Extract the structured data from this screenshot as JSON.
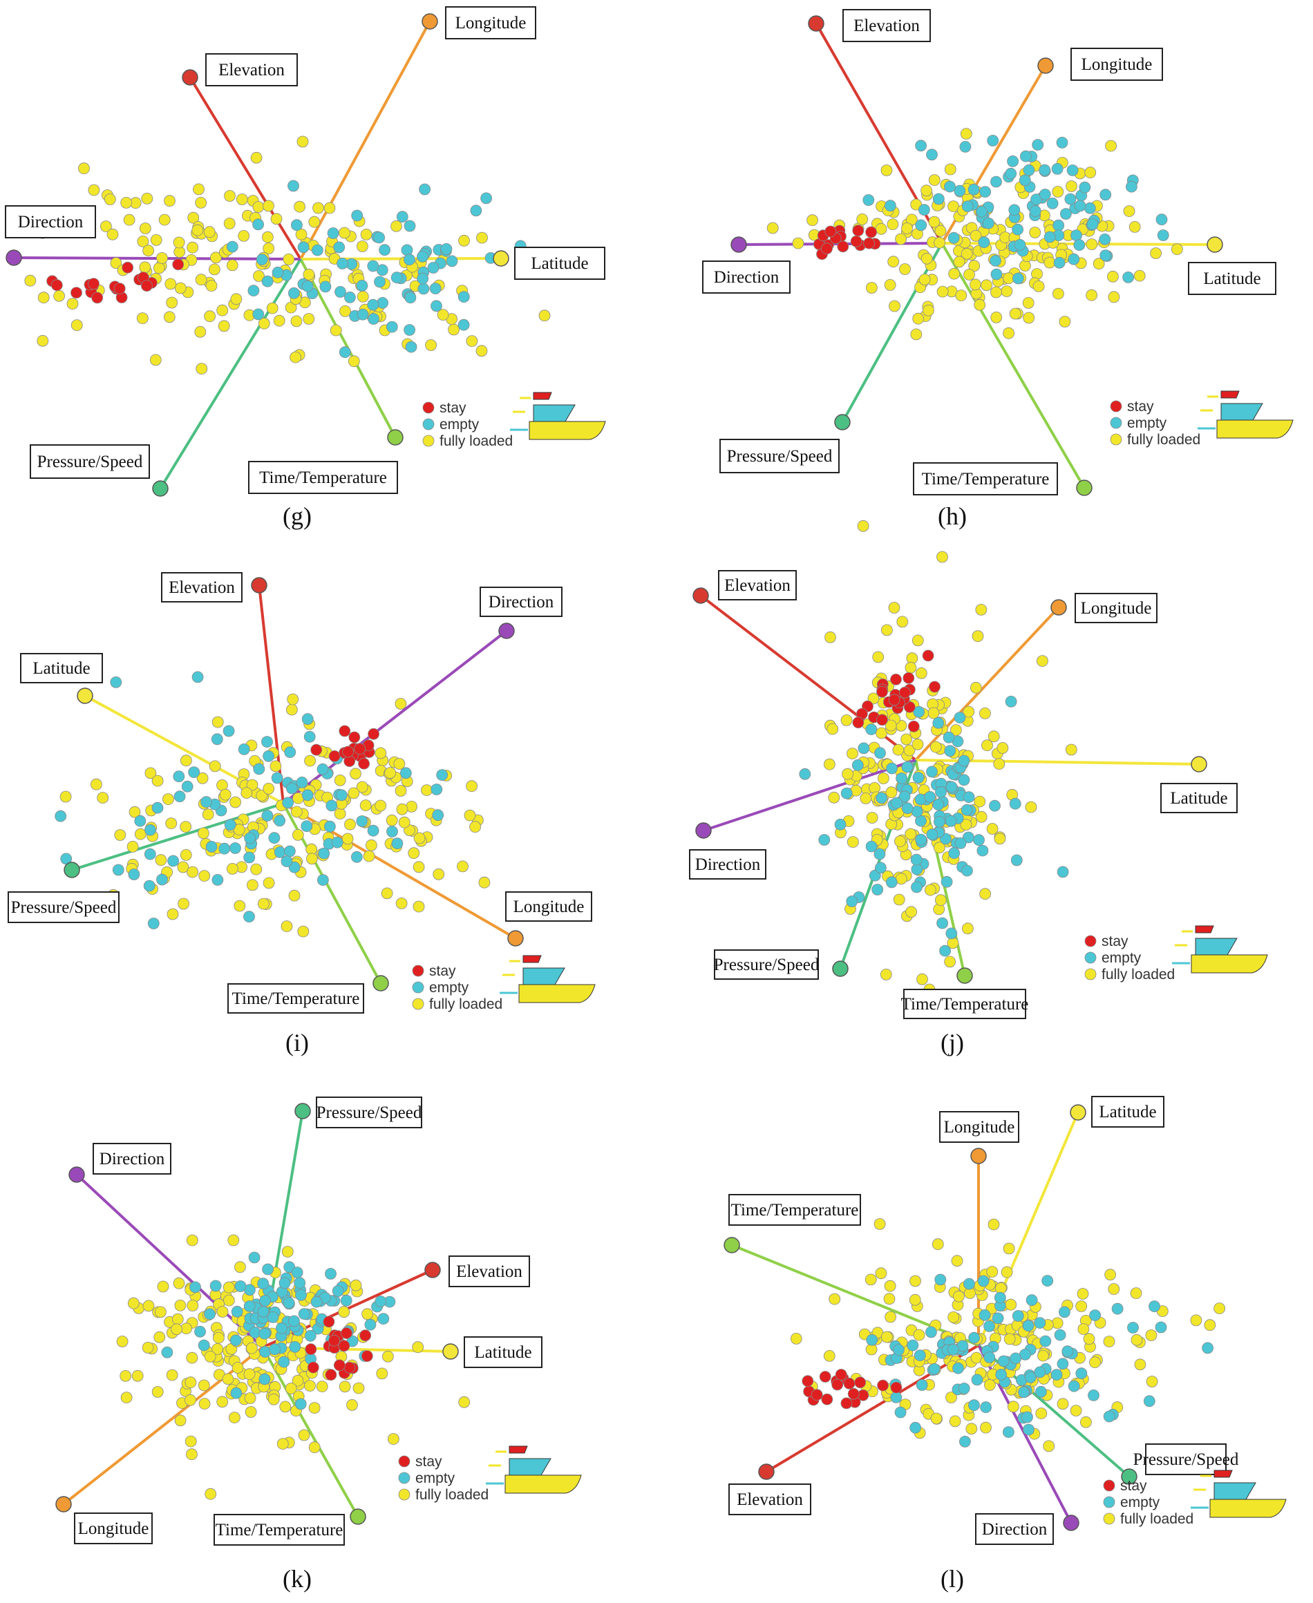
{
  "figure": {
    "colors": {
      "stay": "#e02020",
      "empty": "#4cc6d4",
      "fully_loaded": "#f2e62a",
      "Elevation": "#d83a30",
      "Longitude": "#ef9a34",
      "Latitude": "#f3e63a",
      "Direction": "#9a4ab8",
      "Pressure/Speed": "#4cbf82",
      "Time/Temperature": "#8fd048"
    },
    "legend": {
      "stay": "stay",
      "empty": "empty",
      "fully_loaded": "fully loaded"
    },
    "icons": [
      "boat-flag-icon",
      "boat-hull-icon",
      "boat-barge-icon"
    ]
  },
  "chart_data": [
    {
      "type": "scatter",
      "panel": "g",
      "caption": "(g)",
      "axes": [
        {
          "name": "Elevation"
        },
        {
          "name": "Longitude"
        },
        {
          "name": "Latitude"
        },
        {
          "name": "Time/Temperature"
        },
        {
          "name": "Pressure/Speed"
        },
        {
          "name": "Direction"
        }
      ],
      "clusters": [
        {
          "class": "stay",
          "cx": -0.76,
          "cy": 0.1,
          "sx": 0.1,
          "sy": 0.05,
          "n": 18,
          "seed": 11
        },
        {
          "class": "empty",
          "cx": 0.33,
          "cy": 0.06,
          "sx": 0.25,
          "sy": 0.18,
          "n": 70,
          "seed": 12
        },
        {
          "class": "fully_loaded",
          "cx": -0.22,
          "cy": 0.05,
          "sx": 0.42,
          "sy": 0.22,
          "n": 160,
          "seed": 13
        }
      ]
    },
    {
      "type": "scatter",
      "panel": "h",
      "caption": "(h)",
      "axes": [
        {
          "name": "Elevation"
        },
        {
          "name": "Longitude"
        },
        {
          "name": "Latitude"
        },
        {
          "name": "Time/Temperature"
        },
        {
          "name": "Pressure/Speed"
        },
        {
          "name": "Direction"
        }
      ],
      "clusters": [
        {
          "class": "stay",
          "cx": -0.45,
          "cy": -0.02,
          "sx": 0.08,
          "sy": 0.03,
          "n": 16,
          "seed": 21
        },
        {
          "class": "empty",
          "cx": 0.38,
          "cy": -0.18,
          "sx": 0.26,
          "sy": 0.15,
          "n": 80,
          "seed": 22
        },
        {
          "class": "fully_loaded",
          "cx": 0.22,
          "cy": 0.0,
          "sx": 0.35,
          "sy": 0.2,
          "n": 170,
          "seed": 23
        }
      ]
    },
    {
      "type": "scatter",
      "panel": "i",
      "caption": "(i)",
      "axes": [
        {
          "name": "Elevation"
        },
        {
          "name": "Direction"
        },
        {
          "name": "Latitude"
        },
        {
          "name": "Longitude"
        },
        {
          "name": "Time/Temperature"
        },
        {
          "name": "Pressure/Speed"
        }
      ],
      "clusters": [
        {
          "class": "stay",
          "cx": 0.32,
          "cy": -0.27,
          "sx": 0.05,
          "sy": 0.04,
          "n": 16,
          "seed": 31
        },
        {
          "class": "empty",
          "cx": -0.05,
          "cy": 0.02,
          "sx": 0.32,
          "sy": 0.22,
          "n": 75,
          "seed": 32
        },
        {
          "class": "fully_loaded",
          "cx": 0.0,
          "cy": 0.04,
          "sx": 0.38,
          "sy": 0.24,
          "n": 170,
          "seed": 33
        }
      ]
    },
    {
      "type": "scatter",
      "panel": "j",
      "caption": "(j)",
      "axes": [
        {
          "name": "Elevation"
        },
        {
          "name": "Longitude"
        },
        {
          "name": "Latitude"
        },
        {
          "name": "Time/Temperature"
        },
        {
          "name": "Pressure/Speed"
        },
        {
          "name": "Direction"
        }
      ],
      "clusters": [
        {
          "class": "stay",
          "cx": -0.12,
          "cy": -0.28,
          "sx": 0.08,
          "sy": 0.1,
          "n": 22,
          "seed": 41
        },
        {
          "class": "empty",
          "cx": 0.03,
          "cy": 0.25,
          "sx": 0.2,
          "sy": 0.25,
          "n": 95,
          "seed": 42
        },
        {
          "class": "fully_loaded",
          "cx": 0.0,
          "cy": 0.08,
          "sx": 0.22,
          "sy": 0.4,
          "n": 180,
          "seed": 43
        }
      ]
    },
    {
      "type": "scatter",
      "panel": "k",
      "caption": "(k)",
      "axes": [
        {
          "name": "Pressure/Speed"
        },
        {
          "name": "Direction"
        },
        {
          "name": "Elevation"
        },
        {
          "name": "Latitude"
        },
        {
          "name": "Time/Temperature"
        },
        {
          "name": "Longitude"
        }
      ],
      "clusters": [
        {
          "class": "stay",
          "cx": 0.36,
          "cy": -0.02,
          "sx": 0.07,
          "sy": 0.1,
          "n": 20,
          "seed": 51
        },
        {
          "class": "empty",
          "cx": 0.08,
          "cy": -0.12,
          "sx": 0.2,
          "sy": 0.14,
          "n": 85,
          "seed": 52
        },
        {
          "class": "fully_loaded",
          "cx": -0.05,
          "cy": 0.0,
          "sx": 0.3,
          "sy": 0.22,
          "n": 180,
          "seed": 53
        }
      ]
    },
    {
      "type": "scatter",
      "panel": "l",
      "caption": "(l)",
      "axes": [
        {
          "name": "Longitude"
        },
        {
          "name": "Latitude"
        },
        {
          "name": "Pressure/Speed"
        },
        {
          "name": "Direction"
        },
        {
          "name": "Elevation"
        },
        {
          "name": "Time/Temperature"
        }
      ],
      "clusters": [
        {
          "class": "stay",
          "cx": -0.6,
          "cy": 0.22,
          "sx": 0.09,
          "sy": 0.05,
          "n": 18,
          "seed": 61
        },
        {
          "class": "empty",
          "cx": 0.1,
          "cy": 0.08,
          "sx": 0.28,
          "sy": 0.15,
          "n": 90,
          "seed": 62
        },
        {
          "class": "fully_loaded",
          "cx": 0.05,
          "cy": 0.0,
          "sx": 0.35,
          "sy": 0.22,
          "n": 180,
          "seed": 63
        }
      ]
    }
  ]
}
